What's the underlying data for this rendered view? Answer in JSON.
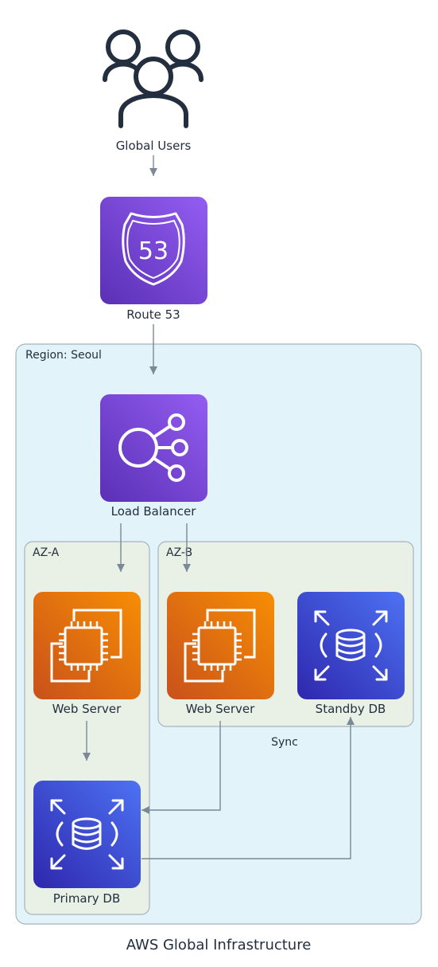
{
  "title": "AWS Global Infrastructure",
  "users": {
    "label": "Global Users"
  },
  "dns": {
    "label": "Route 53",
    "badge": "53"
  },
  "region": {
    "label": "Region: Seoul",
    "load_balancer": {
      "label": "Load Balancer"
    },
    "az_a": {
      "label": "AZ-A",
      "web_server": {
        "label": "Web Server"
      },
      "primary_db": {
        "label": "Primary DB"
      }
    },
    "az_b": {
      "label": "AZ-B",
      "web_server": {
        "label": "Web Server"
      },
      "standby_db": {
        "label": "Standby DB"
      }
    }
  },
  "edges": {
    "sync_label": "Sync"
  },
  "colors": {
    "networking_purple_light": "#945df2",
    "networking_purple_dark": "#5a30b5",
    "compute_orange_light": "#f78e04",
    "compute_orange_dark": "#c8511b",
    "database_blue_light": "#4d72f3",
    "database_blue_dark": "#2e27ad",
    "region_fill": "#e2f3fa",
    "az_fill": "#e9f1e6",
    "group_border": "#a7b3bf",
    "arrow": "#7b8896",
    "text": "#232f3e"
  },
  "icons": {
    "users": "users-icon",
    "route53": "route53-shield-icon",
    "load_balancer": "load-balancer-icon",
    "ec2": "ec2-chip-icon",
    "rds": "rds-database-icon"
  }
}
